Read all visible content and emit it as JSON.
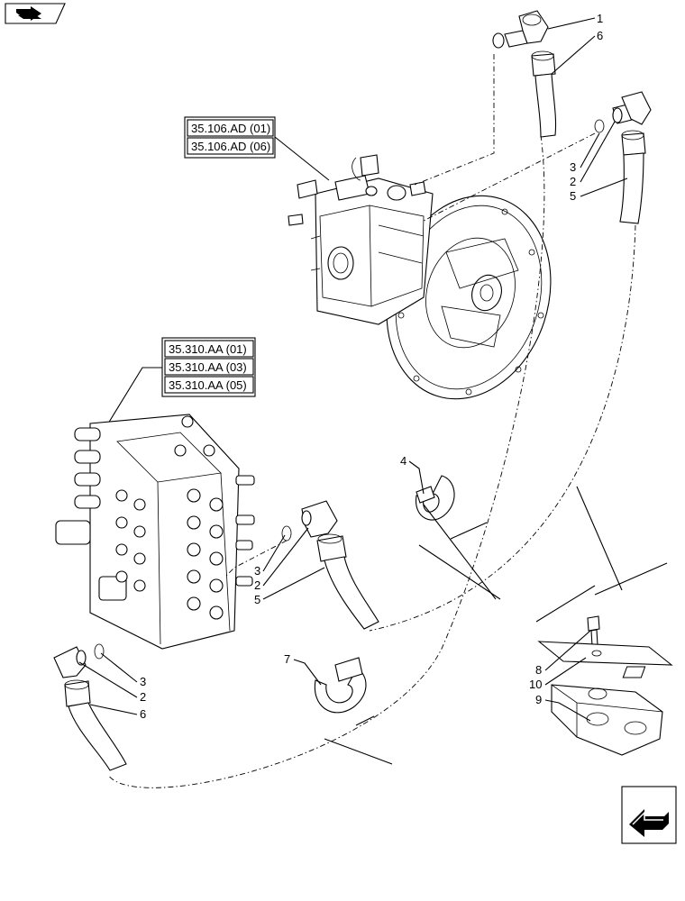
{
  "references": {
    "pump": [
      "35.106.AD (01)",
      "35.106.AD (06)"
    ],
    "valve": [
      "35.310.AA (01)",
      "35.310.AA (03)",
      "35.310.AA (05)"
    ]
  },
  "callouts": {
    "c1": "1",
    "c6_top": "6",
    "c3_top": "3",
    "c2_top": "2",
    "c5_top": "5",
    "c4": "4",
    "c3_mid": "3",
    "c2_mid": "2",
    "c5_mid": "5",
    "c3_low": "3",
    "c2_low": "2",
    "c6_low": "6",
    "c7": "7",
    "c8": "8",
    "c10": "10",
    "c9": "9"
  },
  "icons": {
    "top_left": "book-arrow-icon",
    "bottom_right": "previous-page-arrow-icon"
  }
}
